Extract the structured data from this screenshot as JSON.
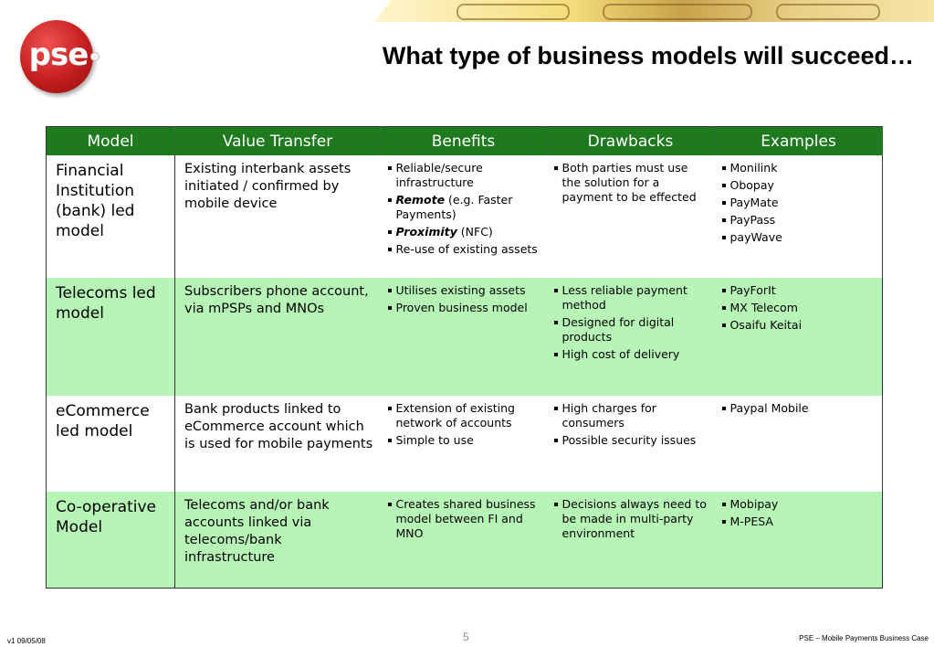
{
  "slide": {
    "title": "What type of business models will succeed…",
    "logo_text": "pse",
    "colors": {
      "header_green": "#1f7a1f",
      "row_green": "#b7f5b7",
      "logo_red": "#c41f1f"
    }
  },
  "table": {
    "headers": [
      "Model",
      "Value Transfer",
      "Benefits",
      "Drawbacks",
      "Examples"
    ],
    "rows": [
      {
        "model": "Financial Institution (bank) led model",
        "value_transfer": "Existing interbank assets initiated / confirmed by mobile device",
        "benefits": {
          "b1": "Reliable/secure infrastructure",
          "b2_bold": "Remote",
          "b2_rest": " (e.g. Faster Payments)",
          "b3_bold": "Proximity",
          "b3_rest": " (NFC)",
          "b4": "Re-use of existing assets"
        },
        "drawbacks": [
          "Both parties must use the solution for a payment to be effected"
        ],
        "examples": [
          "Monilink",
          "Obopay",
          "PayMate",
          "PayPass",
          "payWave"
        ]
      },
      {
        "model": "Telecoms led model",
        "value_transfer": "Subscribers phone account, via mPSPs and MNOs",
        "benefits": [
          "Utilises existing assets",
          "Proven business model"
        ],
        "drawbacks": [
          "Less reliable payment method",
          "Designed for digital products",
          "High cost of delivery"
        ],
        "examples": [
          "PayForIt",
          "MX Telecom",
          "Osaifu Keitai"
        ]
      },
      {
        "model": "eCommerce led model",
        "value_transfer": "Bank products linked to eCommerce account which is used for mobile payments",
        "benefits": [
          "Extension of existing network of accounts",
          "Simple to use"
        ],
        "drawbacks": [
          "High charges for consumers",
          "Possible security issues"
        ],
        "examples": [
          "Paypal Mobile"
        ]
      },
      {
        "model": "Co-operative Model",
        "value_transfer": "Telecoms and/or bank accounts linked via telecoms/bank infrastructure",
        "benefits": [
          "Creates shared business model between FI and MNO"
        ],
        "drawbacks": [
          "Decisions always need to be made in multi-party environment"
        ],
        "examples": [
          "Mobipay",
          "M-PESA"
        ]
      }
    ]
  },
  "footer": {
    "version": "v1 09/05/08",
    "page_number": "5",
    "doc_title": "PSE – Mobile Payments Business Case"
  }
}
